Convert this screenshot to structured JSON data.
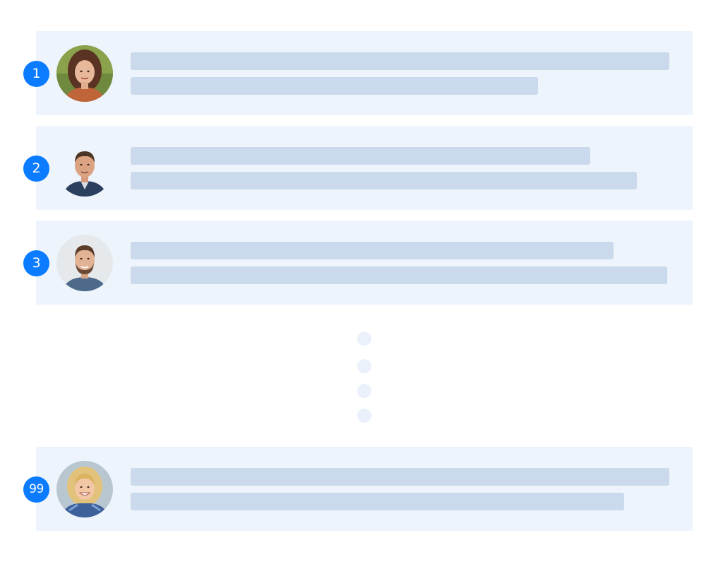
{
  "colors": {
    "card_background": "#eef4fc",
    "placeholder_bar": "#cbd9ec",
    "badge": "#0b7cff",
    "ellipsis_dot": "#eaf1fb"
  },
  "items": [
    {
      "badge": "1",
      "avatar_icon": "woman-portrait-icon"
    },
    {
      "badge": "2",
      "avatar_icon": "man-portrait-icon"
    },
    {
      "badge": "3",
      "avatar_icon": "bearded-man-portrait-icon"
    },
    {
      "badge": "99",
      "avatar_icon": "blonde-woman-portrait-icon"
    }
  ],
  "ellipsis": {
    "dot_count": 4
  }
}
